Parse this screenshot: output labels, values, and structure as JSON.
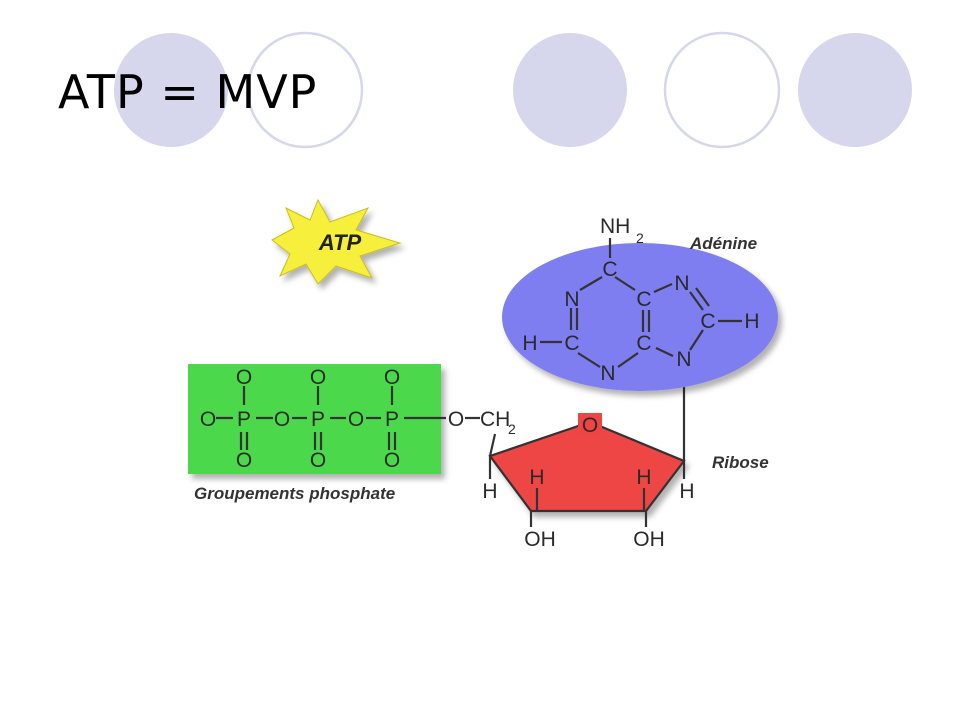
{
  "slide": {
    "title": "ATP = MVP"
  },
  "colors": {
    "circle_fill": "#d6d6ec",
    "circle_outline": "#d6d6ec",
    "phosphate_green": "#4cd94c",
    "adenine_blue": "#7e7ef0",
    "ribose_red": "#ee4444",
    "star_yellow": "#f6ef3a"
  },
  "diagram": {
    "star_label": "ATP",
    "labels": {
      "adenine": "Adénine",
      "ribose": "Ribose",
      "phosphate": "Groupements phosphate"
    },
    "atoms": {
      "oxygen": "O",
      "phosphorus": "P",
      "carbon": "C",
      "nitrogen": "N",
      "hydrogen": "H",
      "hydroxyl": "OH",
      "ch": "CH",
      "nh": "NH",
      "subscript_two": "2"
    }
  }
}
